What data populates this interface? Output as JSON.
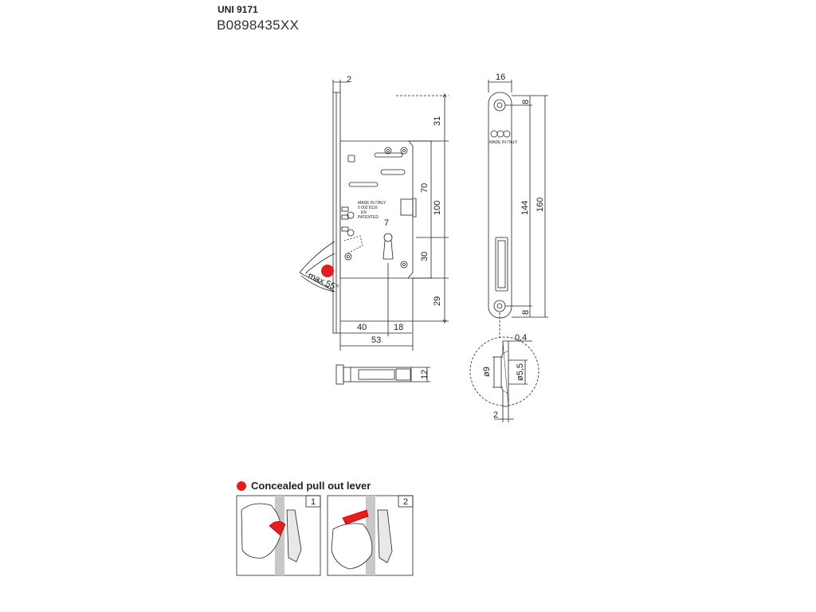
{
  "header": {
    "model": "UNI 9171",
    "code": "B0898435XX"
  },
  "dimensions": {
    "faceplate_thickness": "2",
    "top_offset": "31",
    "case_height": "100",
    "upper_section": "70",
    "lower_section": "30",
    "bottom_offset": "29",
    "backset": "40",
    "keyhole_offset": "18",
    "case_depth": "53",
    "case_thickness": "12",
    "cylinder_gap": "7",
    "strike_width": "16",
    "strike_hole_top": "8",
    "strike_hole_bottom": "8",
    "strike_hole_spacing": "144",
    "strike_height": "160",
    "detail_thickness": "0,4",
    "detail_head_diameter": "ø9",
    "detail_hole_diameter": "ø5,5",
    "detail_plate_thickness": "2"
  },
  "lever_angle": "max 55°",
  "case_stamp": {
    "line1": "MADE IN ITALY",
    "line2": "0 002 8116",
    "line3": "EN",
    "line4": "PATENTED"
  },
  "strike_stamp": "MADE IN ITALY",
  "legend": {
    "label": "Concealed pull out lever",
    "marker_color": "#e02020"
  },
  "steps": [
    "1",
    "2"
  ]
}
